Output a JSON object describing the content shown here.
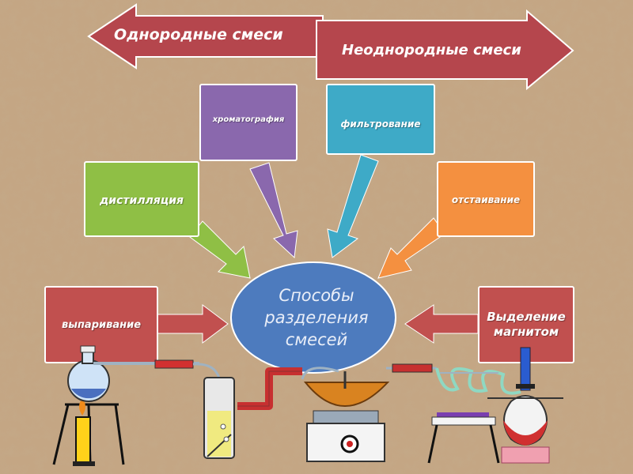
{
  "header": {
    "left_arrow_label": "Однородные смеси",
    "right_arrow_label": "Неоднородные смеси"
  },
  "center": {
    "title": "Способы разделения смесей"
  },
  "methods": [
    {
      "id": "chromatography",
      "label": "хроматография",
      "color": "#8a68ad"
    },
    {
      "id": "filtration",
      "label": "фильтрование",
      "color": "#3eaac7"
    },
    {
      "id": "distillation",
      "label": "дистилляция",
      "color": "#8fbf45"
    },
    {
      "id": "settling",
      "label": "отстаивание",
      "color": "#f49040"
    },
    {
      "id": "evaporation",
      "label": "выпаривание",
      "color": "#c1504f"
    },
    {
      "id": "magnet",
      "label": "Выделение магнитом",
      "color": "#c1504f"
    }
  ],
  "colors": {
    "header_arrow": "#b5464d",
    "center_circle": "#4d7bbe",
    "chromatography_arrow": "#8a68ad",
    "filtration_arrow": "#3eaac7",
    "distillation_arrow": "#8fbf45",
    "settling_arrow": "#f49040",
    "side_arrow": "#c1504f"
  }
}
